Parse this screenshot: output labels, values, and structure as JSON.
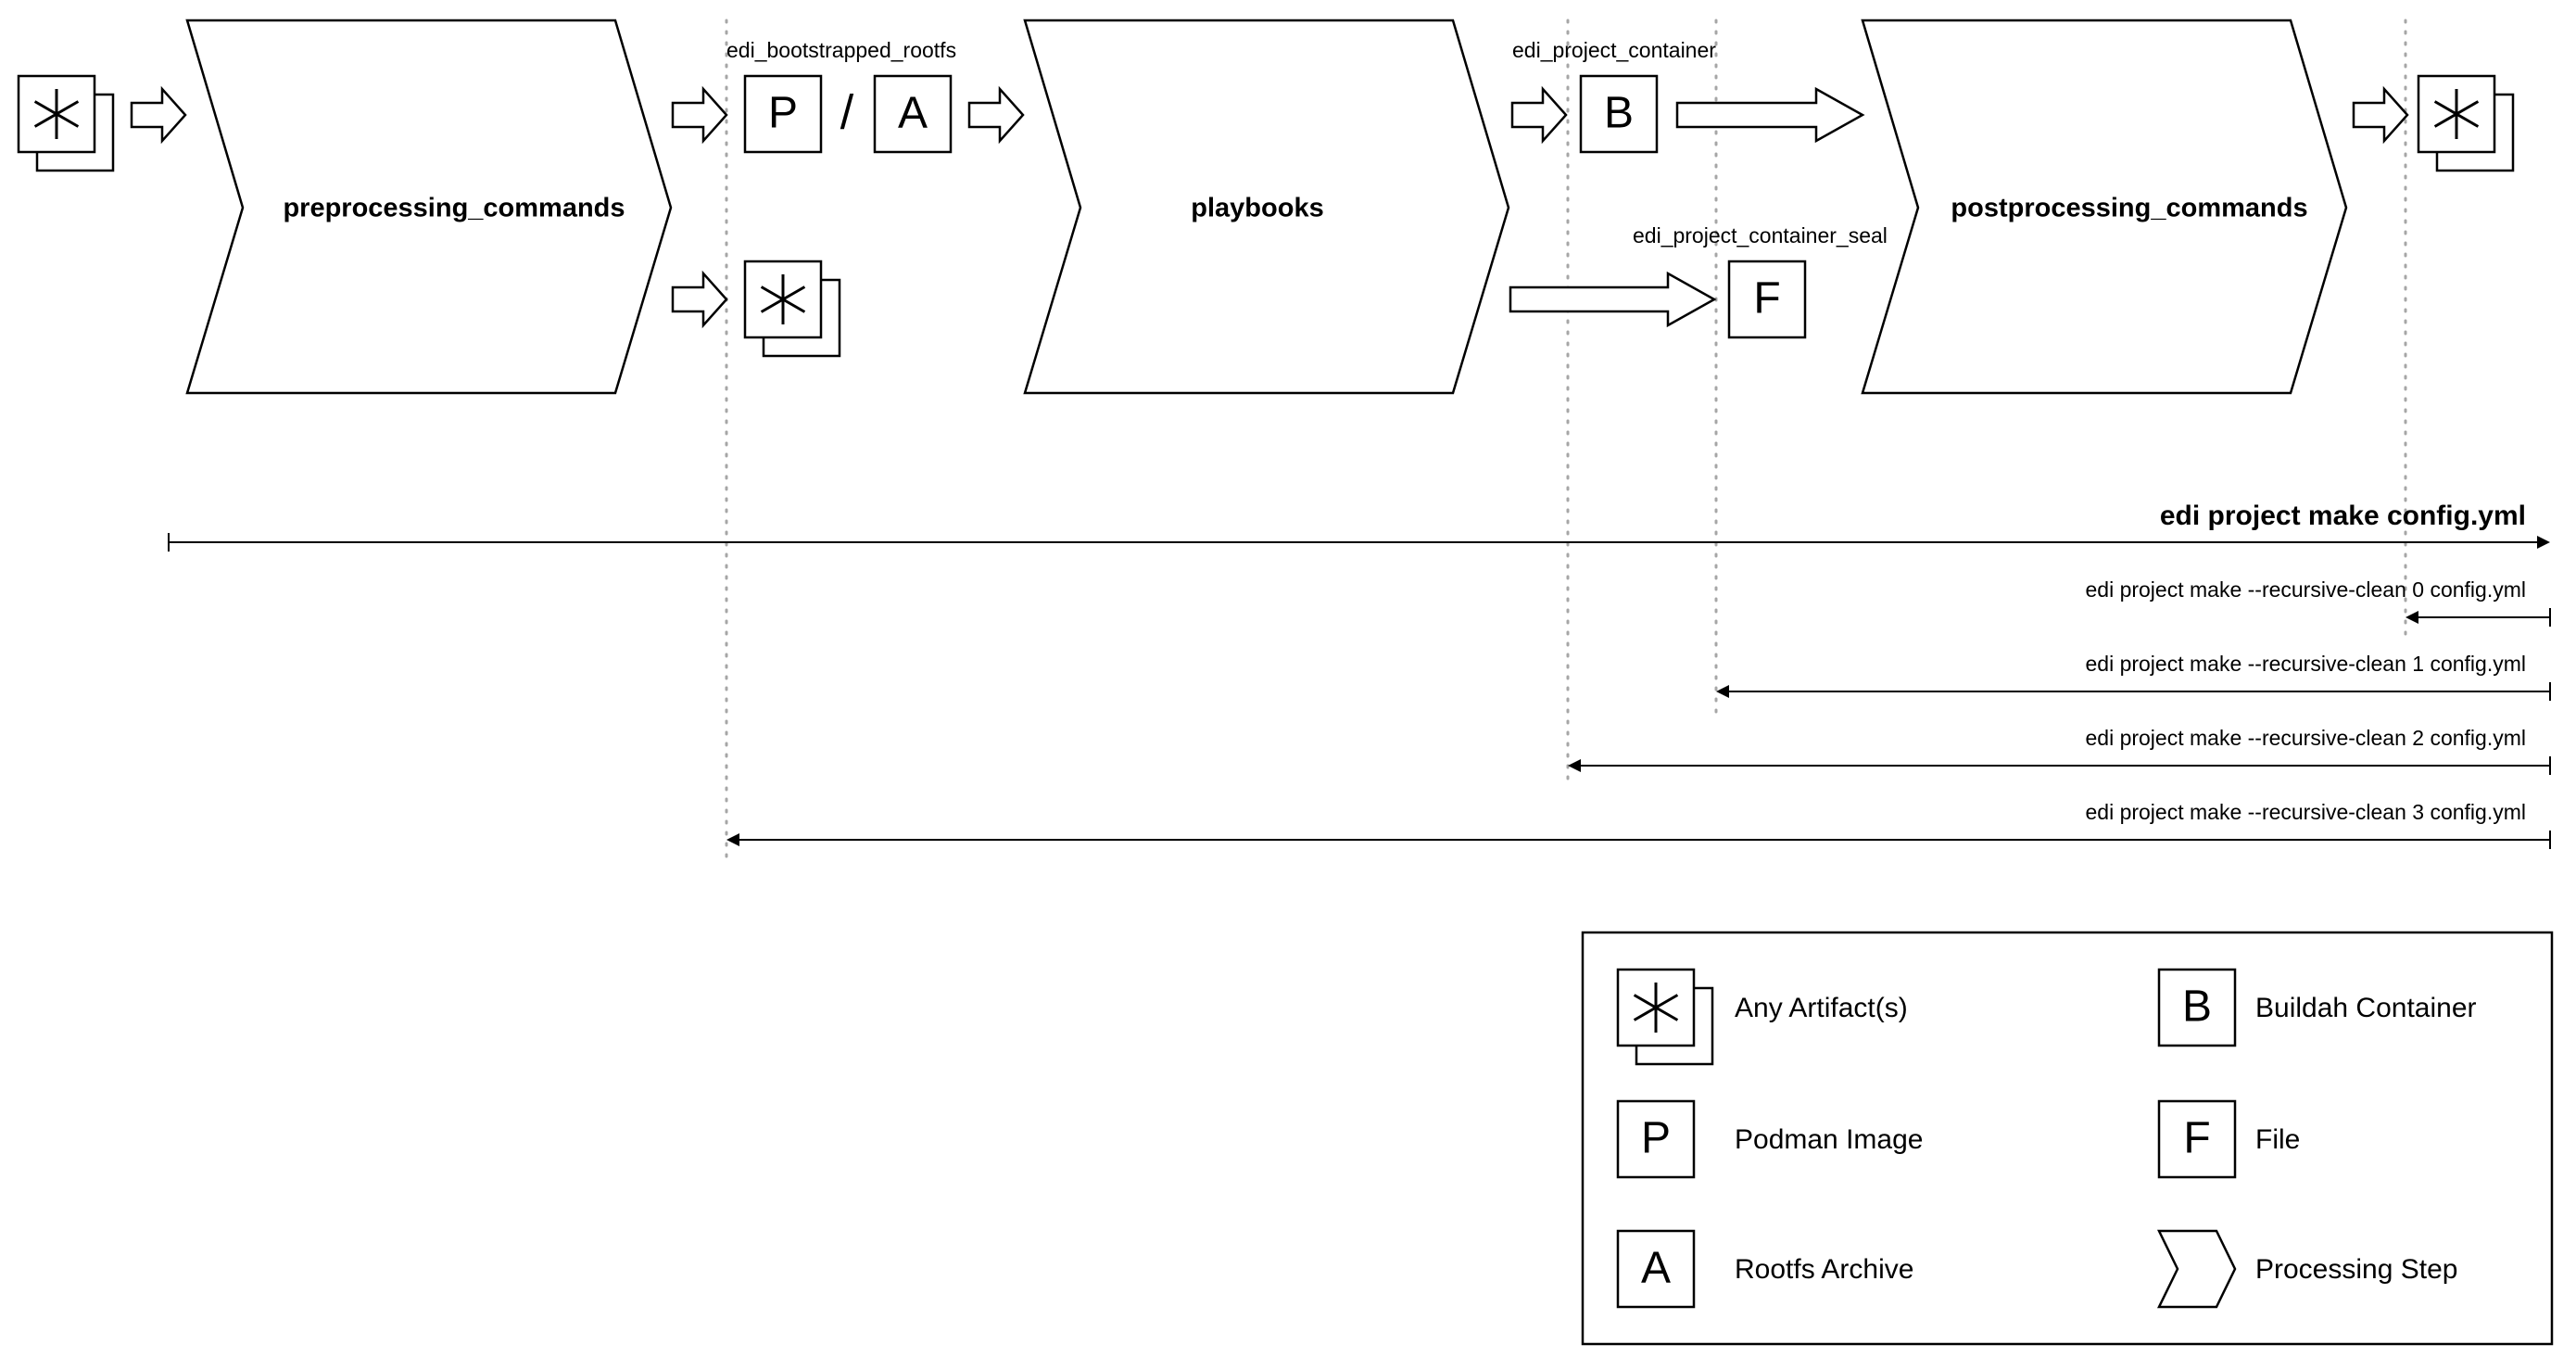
{
  "steps": {
    "preprocessing": "preprocessing_commands",
    "playbooks": "playbooks",
    "postprocessing": "postprocessing_commands"
  },
  "artifact_labels": {
    "bootstrapped_rootfs": "edi_bootstrapped_rootfs",
    "project_container": "edi_project_container",
    "project_container_seal": "edi_project_container_seal"
  },
  "letters": {
    "podman": "P",
    "rootfs": "A",
    "buildah": "B",
    "file": "F",
    "separator": "/"
  },
  "commands": {
    "make": "edi project make config.yml",
    "clean0": "edi project make --recursive-clean 0 config.yml",
    "clean1": "edi project make --recursive-clean 1 config.yml",
    "clean2": "edi project make --recursive-clean 2 config.yml",
    "clean3": "edi project make --recursive-clean 3 config.yml"
  },
  "legend": {
    "any_artifacts": "Any Artifact(s)",
    "buildah_container": "Buildah Container",
    "podman_image": "Podman Image",
    "file": "File",
    "rootfs_archive": "Rootfs Archive",
    "processing_step": "Processing Step"
  },
  "colors": {
    "stroke": "#000000",
    "guide": "#a6a6a6",
    "background": "#ffffff"
  }
}
